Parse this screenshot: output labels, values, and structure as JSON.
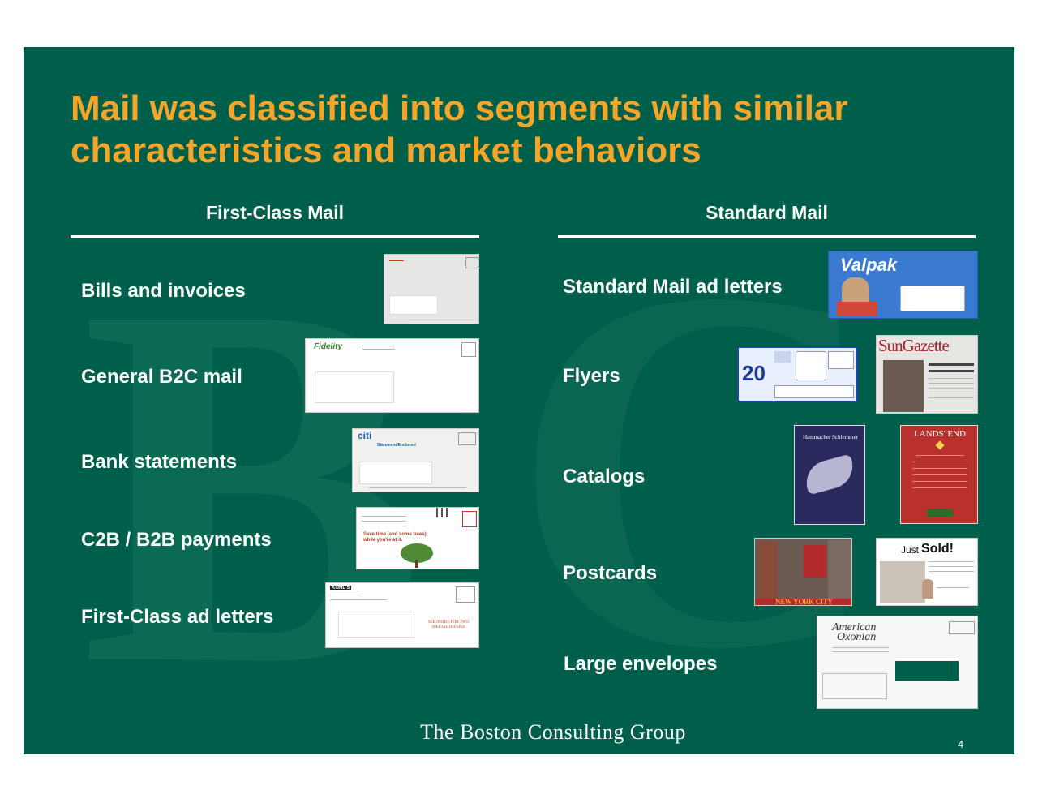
{
  "slide": {
    "title": "Mail was classified into segments with similar characteristics and market behaviors",
    "first_class": {
      "heading": "First-Class Mail",
      "items": [
        "Bills and invoices",
        "General B2C mail",
        "Bank statements",
        "C2B / B2B payments",
        "First-Class ad letters"
      ]
    },
    "standard": {
      "heading": "Standard Mail",
      "items": [
        "Standard Mail ad letters",
        "Flyers",
        "Catalogs",
        "Postcards",
        "Large envelopes"
      ]
    },
    "thumbs": {
      "fidelity": "Fidelity",
      "citi": "citi",
      "statement": "Statement Enclosed",
      "save_time": "Save time (and some trees) while you're at it.",
      "kohls": "KOHL'S",
      "special_offer": "SEE INSIDE FOR TWO SPECIAL OFFERS!",
      "valpak": "Valpak",
      "coupon_pct": "20",
      "sungazette": "SunGazette",
      "catalog1": "Hammacher Schlemmer",
      "catalog2": "LANDS' END",
      "postcard1_city": "NEW YORK CITY",
      "postcard2_just": "Just",
      "postcard2_sold": "Sold!",
      "oxonian_line1": "American",
      "oxonian_line2": "Oxonian"
    },
    "footer": "The Boston Consulting Group",
    "page_number": "4",
    "colors": {
      "background": "#005f4a",
      "title": "#f5a52a",
      "text": "#ffffff"
    }
  }
}
